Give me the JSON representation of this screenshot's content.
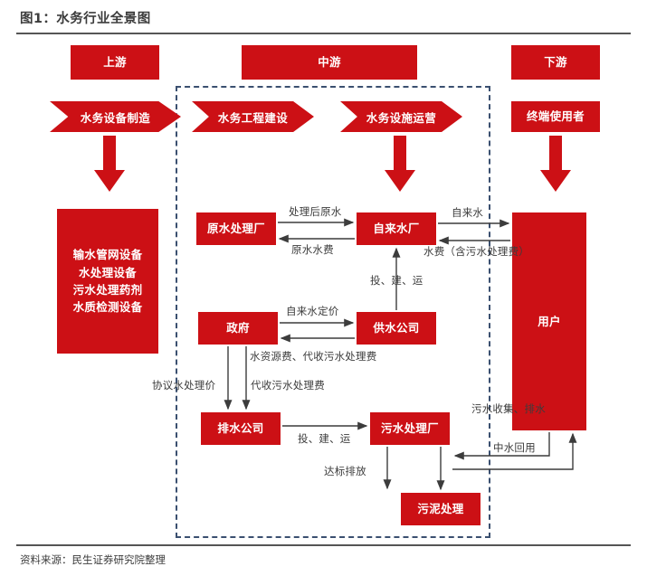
{
  "figure": {
    "title": "图1：水务行业全景图",
    "source": "资料来源：民生证券研究院整理",
    "accent_color": "#CC1015",
    "dashed_border_color": "#3b5070",
    "text_color": "#3c3c3c"
  },
  "segments": {
    "upstream": "上游",
    "midstream": "中游",
    "downstream": "下游"
  },
  "chevrons": {
    "equipment_manufacturing": "水务设备制造",
    "engineering_construction": "水务工程建设",
    "facility_operation": "水务设施运营",
    "end_user": "终端使用者"
  },
  "upstream_products": [
    "输水管网设备",
    "水处理设备",
    "污水处理药剂",
    "水质检测设备"
  ],
  "nodes": {
    "raw_water_plant": "原水处理厂",
    "tap_water_plant": "自来水厂",
    "government": "政府",
    "water_supply_company": "供水公司",
    "drainage_company": "排水公司",
    "sewage_plant": "污水处理厂",
    "sludge_treatment": "污泥处理",
    "user": "用户"
  },
  "edge_labels": {
    "treated_raw_water": "处理后原水",
    "raw_water_fee": "原水水费",
    "tap_water": "自来水",
    "water_fee_incl_sewage": "水费（含污水处理费）",
    "invest_build_operate_supply": "投、建、运",
    "tap_water_pricing": "自来水定价",
    "water_resource_and_collected_sewage_fee": "水资源费、代收污水处理费",
    "agreed_treatment_price": "协议水处理价",
    "collected_sewage_fee": "代收污水处理费",
    "invest_build_operate_drainage": "投、建、运",
    "compliant_discharge": "达标排放",
    "sewage_collection_drainage": "污水收集、排水",
    "reclaimed_water_reuse": "中水回用"
  }
}
